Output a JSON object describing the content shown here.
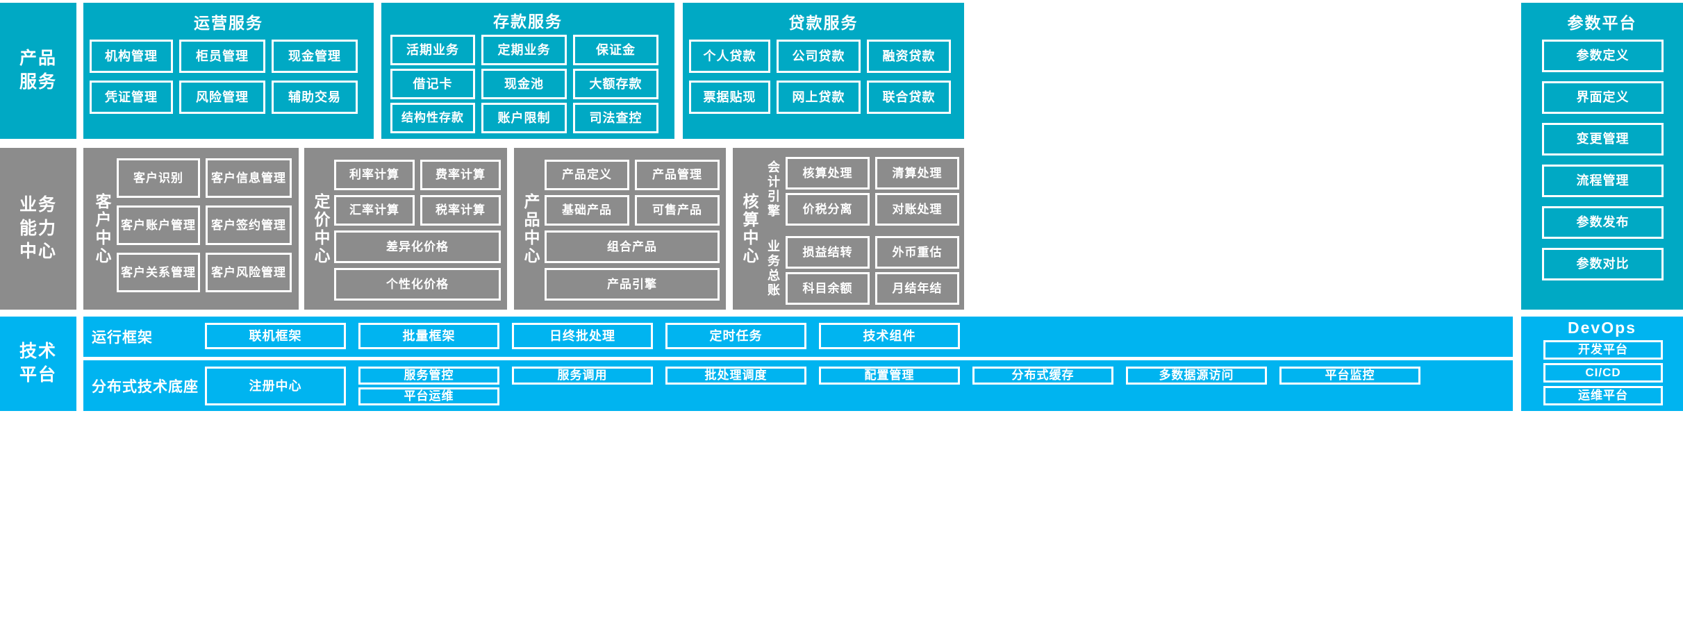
{
  "colors": {
    "teal": "#00a9c4",
    "gray": "#8c8c8c",
    "blue": "#00b4f0",
    "border": "#ffffff",
    "text": "#ffffff",
    "background": "#ffffff"
  },
  "bands": {
    "product_services": {
      "label": "产品\n服务",
      "label_line1": "产品",
      "label_line2": "服务",
      "groups": [
        {
          "title": "运营服务",
          "items": [
            "机构管理",
            "柜员管理",
            "现金管理",
            "凭证管理",
            "风险管理",
            "辅助交易"
          ]
        },
        {
          "title": "存款服务",
          "items": [
            "活期业务",
            "定期业务",
            "保证金",
            "借记卡",
            "现金池",
            "大额存款",
            "结构性存款",
            "账户限制",
            "司法查控"
          ]
        },
        {
          "title": "贷款服务",
          "items": [
            "个人贷款",
            "公司贷款",
            "融资贷款",
            "票据贴现",
            "网上贷款",
            "联合贷款"
          ]
        }
      ]
    },
    "business_capability": {
      "label_line1": "业务",
      "label_line2": "能力",
      "label_line3": "中心",
      "centers": [
        {
          "vlabel": "客户中心",
          "items": [
            "客户识别",
            "客户信息管理",
            "客户账户管理",
            "客户签约管理",
            "客户关系管理",
            "客户风险管理"
          ]
        },
        {
          "vlabel": "定价中心",
          "items": [
            "利率计算",
            "费率计算",
            "汇率计算",
            "税率计算"
          ],
          "wide_items": [
            "差异化价格",
            "个性化价格"
          ]
        },
        {
          "vlabel": "产品中心",
          "items": [
            "产品定义",
            "产品管理",
            "基础产品",
            "可售产品"
          ],
          "wide_items": [
            "组合产品",
            "产品引擎"
          ]
        },
        {
          "vlabel": "核算中心",
          "sub_groups": [
            {
              "vlabel": "会计引擎",
              "items": [
                "核算处理",
                "清算处理",
                "价税分离",
                "对账处理"
              ]
            },
            {
              "vlabel": "业务总账",
              "items": [
                "损益结转",
                "外币重估",
                "科目余额",
                "月结年结"
              ]
            }
          ]
        }
      ]
    },
    "technical_platform": {
      "label_line1": "技术",
      "label_line2": "平台",
      "runtime_framework": {
        "label": "运行框架",
        "items": [
          "联机框架",
          "批量框架",
          "日终批处理",
          "定时任务",
          "技术组件"
        ]
      },
      "distributed_base": {
        "label": "分布式技术底座",
        "registry": "注册中心",
        "items": [
          "服务管控",
          "服务调用",
          "批处理调度",
          "配置管理",
          "分布式缓存",
          "多数据源访问",
          "平台监控",
          "平台运维"
        ]
      }
    }
  },
  "side_columns": {
    "parameter_platform": {
      "title": "参数平台",
      "items": [
        "参数定义",
        "界面定义",
        "变更管理",
        "流程管理",
        "参数发布",
        "参数对比"
      ]
    },
    "devops": {
      "title": "DevOps",
      "items": [
        "开发平台",
        "CI/CD",
        "运维平台"
      ]
    }
  }
}
